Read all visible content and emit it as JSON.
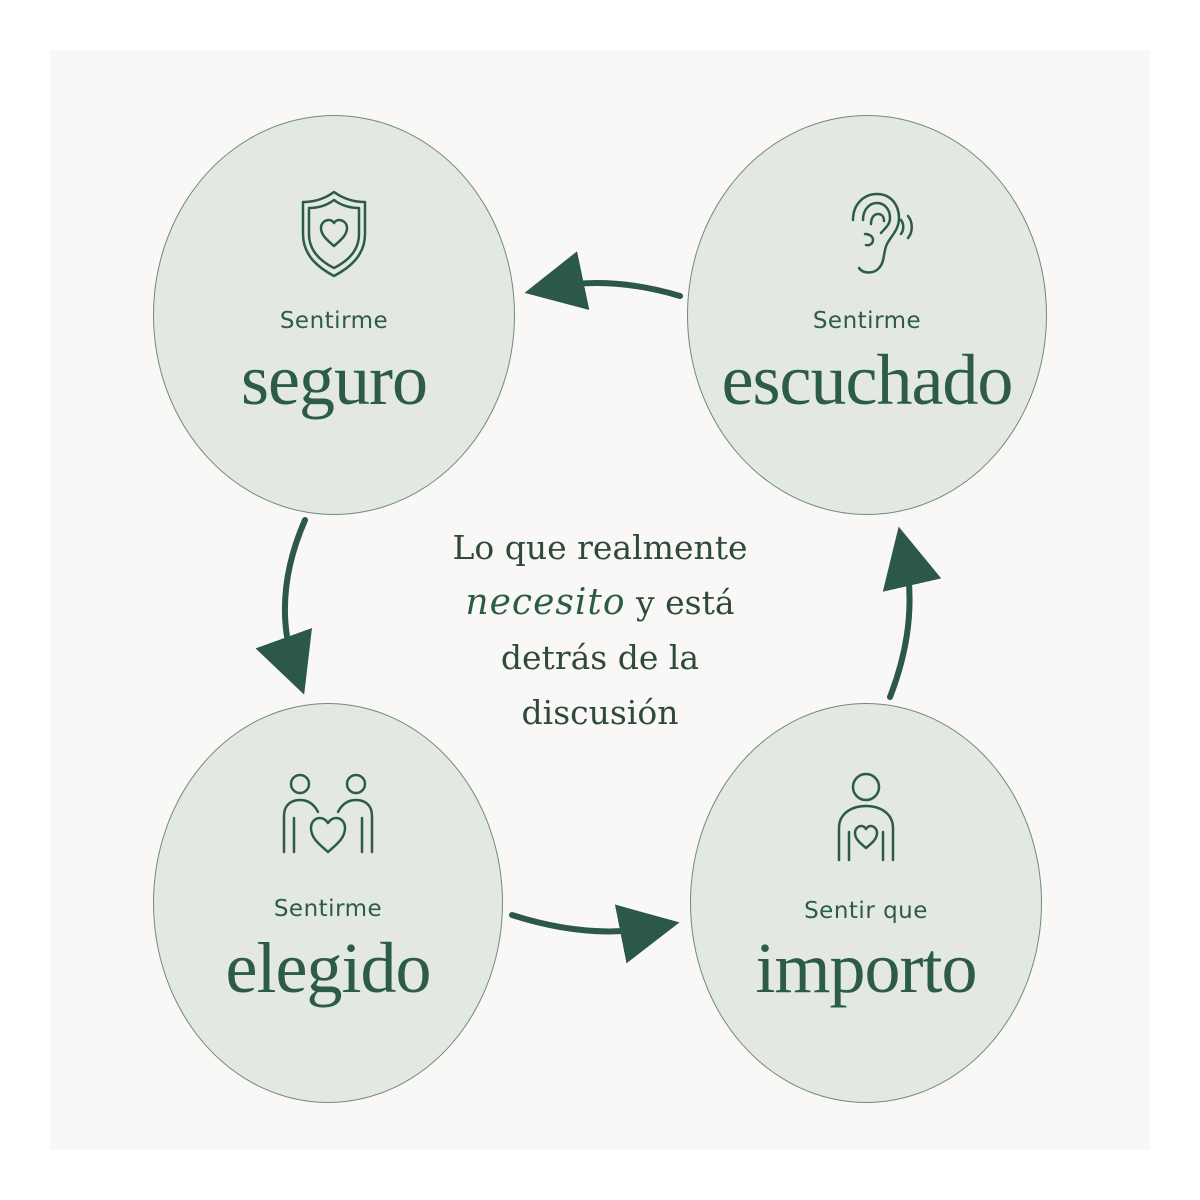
{
  "colors": {
    "background": "#f9f8f6",
    "circle_fill": "#e4e8e3",
    "circle_border": "#6f8a7d",
    "accent_green": "#2c5c48",
    "arrow": "#2b5847"
  },
  "center": {
    "line1": "Lo que realmente",
    "emphasis": "necesito",
    "line2_rest": "y está",
    "line3": "detrás de la",
    "line4": "discusión"
  },
  "nodes": {
    "seguro": {
      "small": "Sentirme",
      "big": "seguro",
      "icon": "shield-heart-icon"
    },
    "escuchado": {
      "small": "Sentirme",
      "big": "escuchado",
      "icon": "ear-sound-icon"
    },
    "elegido": {
      "small": "Sentirme",
      "big": "elegido",
      "icon": "two-people-heart-icon"
    },
    "importo": {
      "small": "Sentir que",
      "big": "importo",
      "icon": "person-heart-icon"
    }
  },
  "cycle_order": [
    "escuchado",
    "seguro",
    "elegido",
    "importo"
  ]
}
